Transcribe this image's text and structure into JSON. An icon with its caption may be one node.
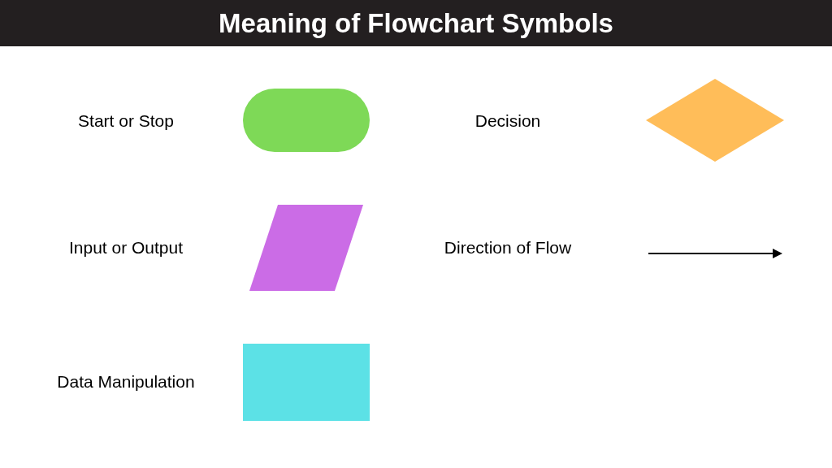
{
  "diagram": {
    "title": "Meaning of Flowchart Symbols",
    "nodes": [
      {
        "text": [],
        "shape": "pill"
      },
      {
        "text": [],
        "shape": "diamond"
      },
      {
        "text": [],
        "shape": "parallelogram"
      },
      {
        "text": [],
        "shape": "box"
      }
    ],
    "legend": [
      {
        "text": "Start or Stop"
      },
      {
        "text": "Decision"
      },
      {
        "text": "Input or Output"
      },
      {
        "text": "Direction of Flow"
      },
      {
        "text": "Data Manipulation"
      }
    ]
  }
}
